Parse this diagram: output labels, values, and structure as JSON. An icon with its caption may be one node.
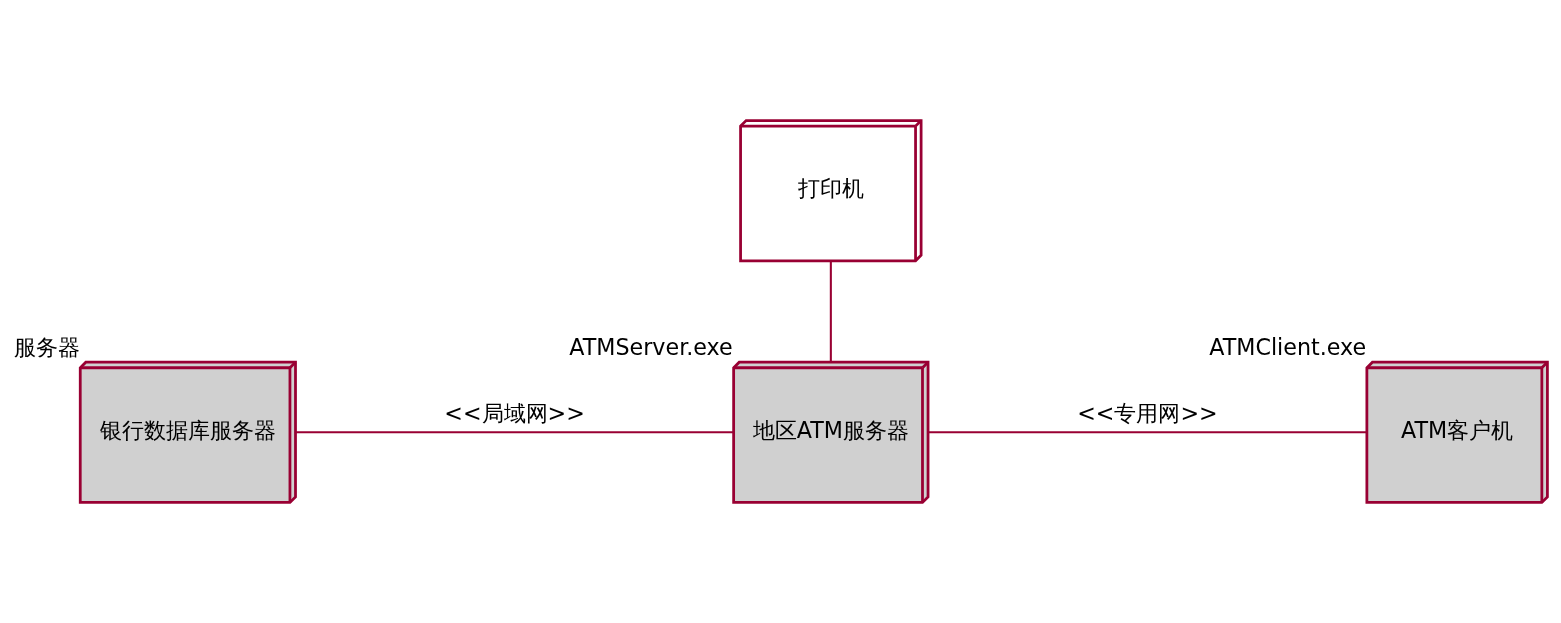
{
  "diagram": {
    "nodes": [
      {
        "text": [
          "打印机"
        ]
      },
      {
        "text": [
          "银行数据库服务器"
        ],
        "beside": [
          "服务器"
        ]
      },
      {
        "text": [
          "地区ATM服务器"
        ],
        "beside": [
          "ATMServer.exe"
        ]
      },
      {
        "text": [
          "ATM客户机"
        ],
        "beside": [
          "ATMClient.exe"
        ]
      }
    ],
    "edges": [
      {
        "from": 0,
        "to": 2,
        "arrow": "none"
      },
      {
        "from": 1,
        "to": 2,
        "arrow": "none",
        "label": "<<局域网>>"
      },
      {
        "from": 2,
        "to": 3,
        "arrow": "none",
        "label": "<<专用网>>"
      }
    ]
  }
}
